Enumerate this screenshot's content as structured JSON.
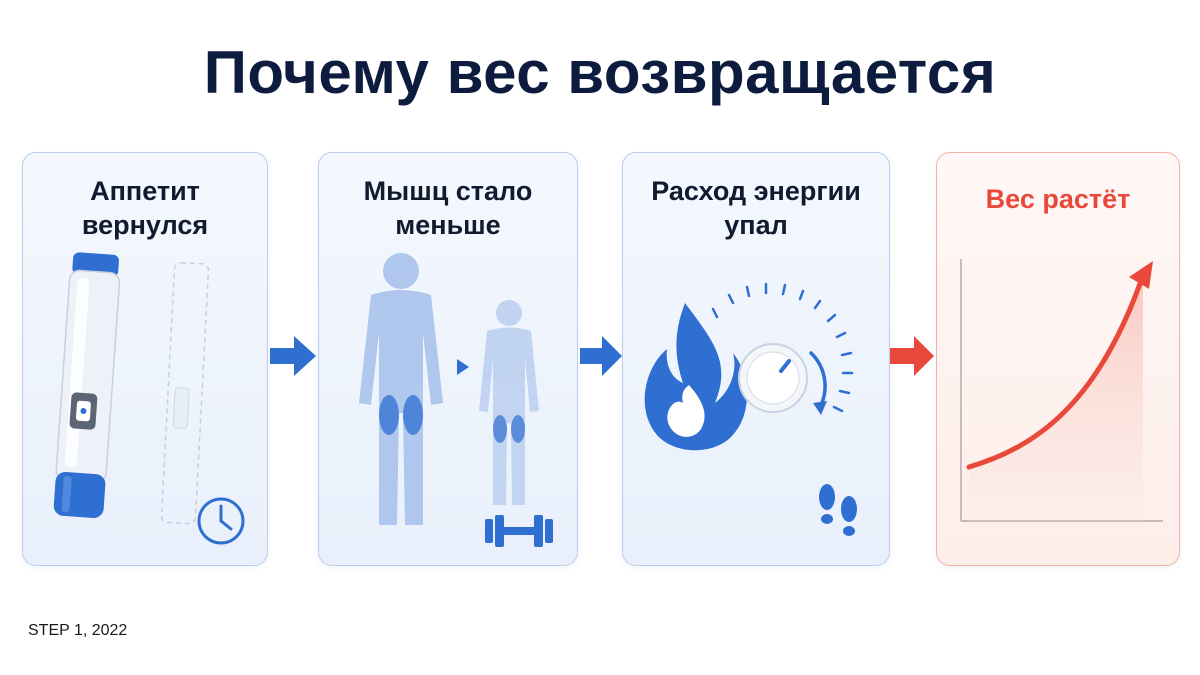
{
  "title": "Почему вес возвращается",
  "steps": [
    {
      "line1": "Аппетит",
      "line2": "вернулся",
      "icons": [
        "injection-pen-icon",
        "clock-icon"
      ]
    },
    {
      "line1": "Мышц стало",
      "line2": "меньше",
      "icons": [
        "body-silhouette-icon",
        "dumbbell-icon"
      ]
    },
    {
      "line1": "Расход энергии",
      "line2": "упал",
      "icons": [
        "flame-icon",
        "dial-icon",
        "footprints-icon"
      ]
    },
    {
      "line1": "Вес растёт",
      "line2": "",
      "icons": [
        "rising-curve-icon"
      ]
    }
  ],
  "footnote": "STEP 1, 2022",
  "colors": {
    "title": "#0d1b3e",
    "accent_blue": "#2f6fd1",
    "accent_red": "#e8493a"
  }
}
